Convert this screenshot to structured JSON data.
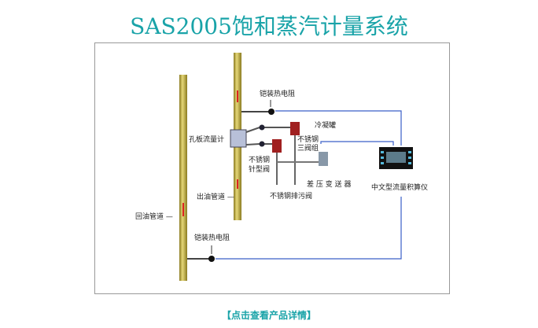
{
  "title": "SAS2005饱和蒸汽计量系统",
  "labels": {
    "rtd_top": "铠装热电阻",
    "condenser": "冷凝罐",
    "orifice": "孔板流量计",
    "valve3_l1": "不锈钢",
    "valve3_l2": "三阀组",
    "needle_l1": "不锈钢",
    "needle_l2": "针型阀",
    "transmitter": "差 压 变 送 器",
    "drain": "不锈钢排污阀",
    "outlet": "出油管道 —",
    "return": "回油管道 —",
    "rtd_bottom": "铠装热电阻",
    "totalizer": "中文型流量积算仪"
  },
  "link": "【点击查看产品详情】",
  "colors": {
    "accent": "#19a3a8",
    "pipe": "#c8b84a",
    "signal": "#3a5fc8"
  }
}
